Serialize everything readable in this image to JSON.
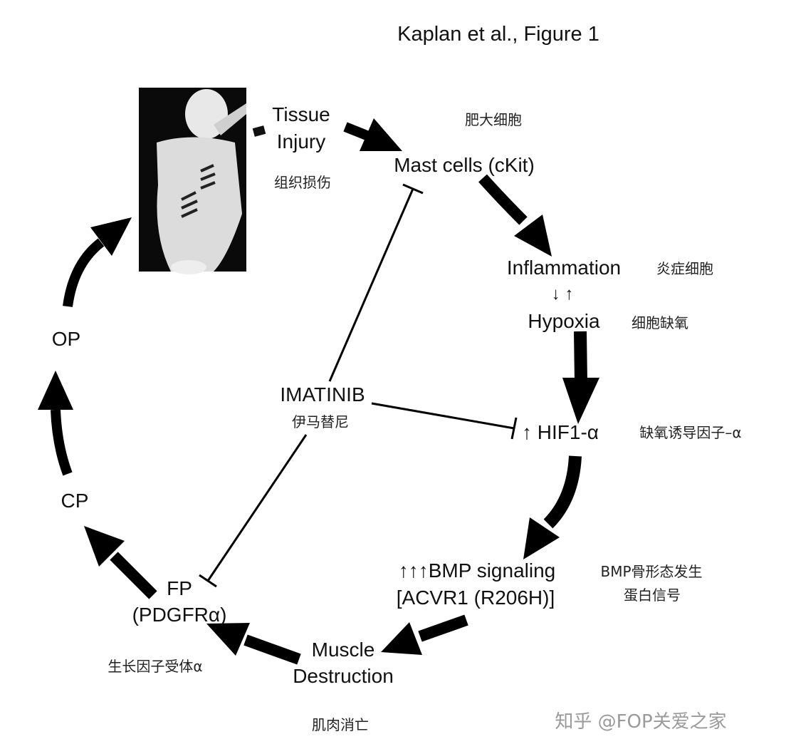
{
  "title": "Kaplan et al., Figure 1",
  "nodes": {
    "tissue_injury": [
      "Tissue",
      "Injury"
    ],
    "tissue_injury_zh": "组织损伤",
    "mast_cells": "Mast cells (cKit)",
    "mast_cells_zh": "肥大细胞",
    "inflammation": "Inflammation",
    "inflammation_zh": "炎症细胞",
    "inflam_hypoxia_arrows": "↓ ↑",
    "hypoxia": "Hypoxia",
    "hypoxia_zh": "细胞缺氧",
    "hif": "↑ HIF1-α",
    "hif_zh": "缺氧诱导因子–α",
    "bmp": "↑↑↑BMP signaling",
    "acvr1": "[ACVR1 (R206H)]",
    "bmp_zh": [
      "BMP骨形态发生",
      "蛋白信号"
    ],
    "muscle": [
      "Muscle",
      "Destruction"
    ],
    "muscle_zh": "肌肉消亡",
    "fp": [
      "FP",
      "(PDGFRα)"
    ],
    "fp_zh": "生长因子受体α",
    "cp": "CP",
    "op": "OP",
    "imatinib": "IMATINIB",
    "imatinib_zh": "伊马替尼"
  },
  "watermark": "知乎 @FOP关爱之家"
}
